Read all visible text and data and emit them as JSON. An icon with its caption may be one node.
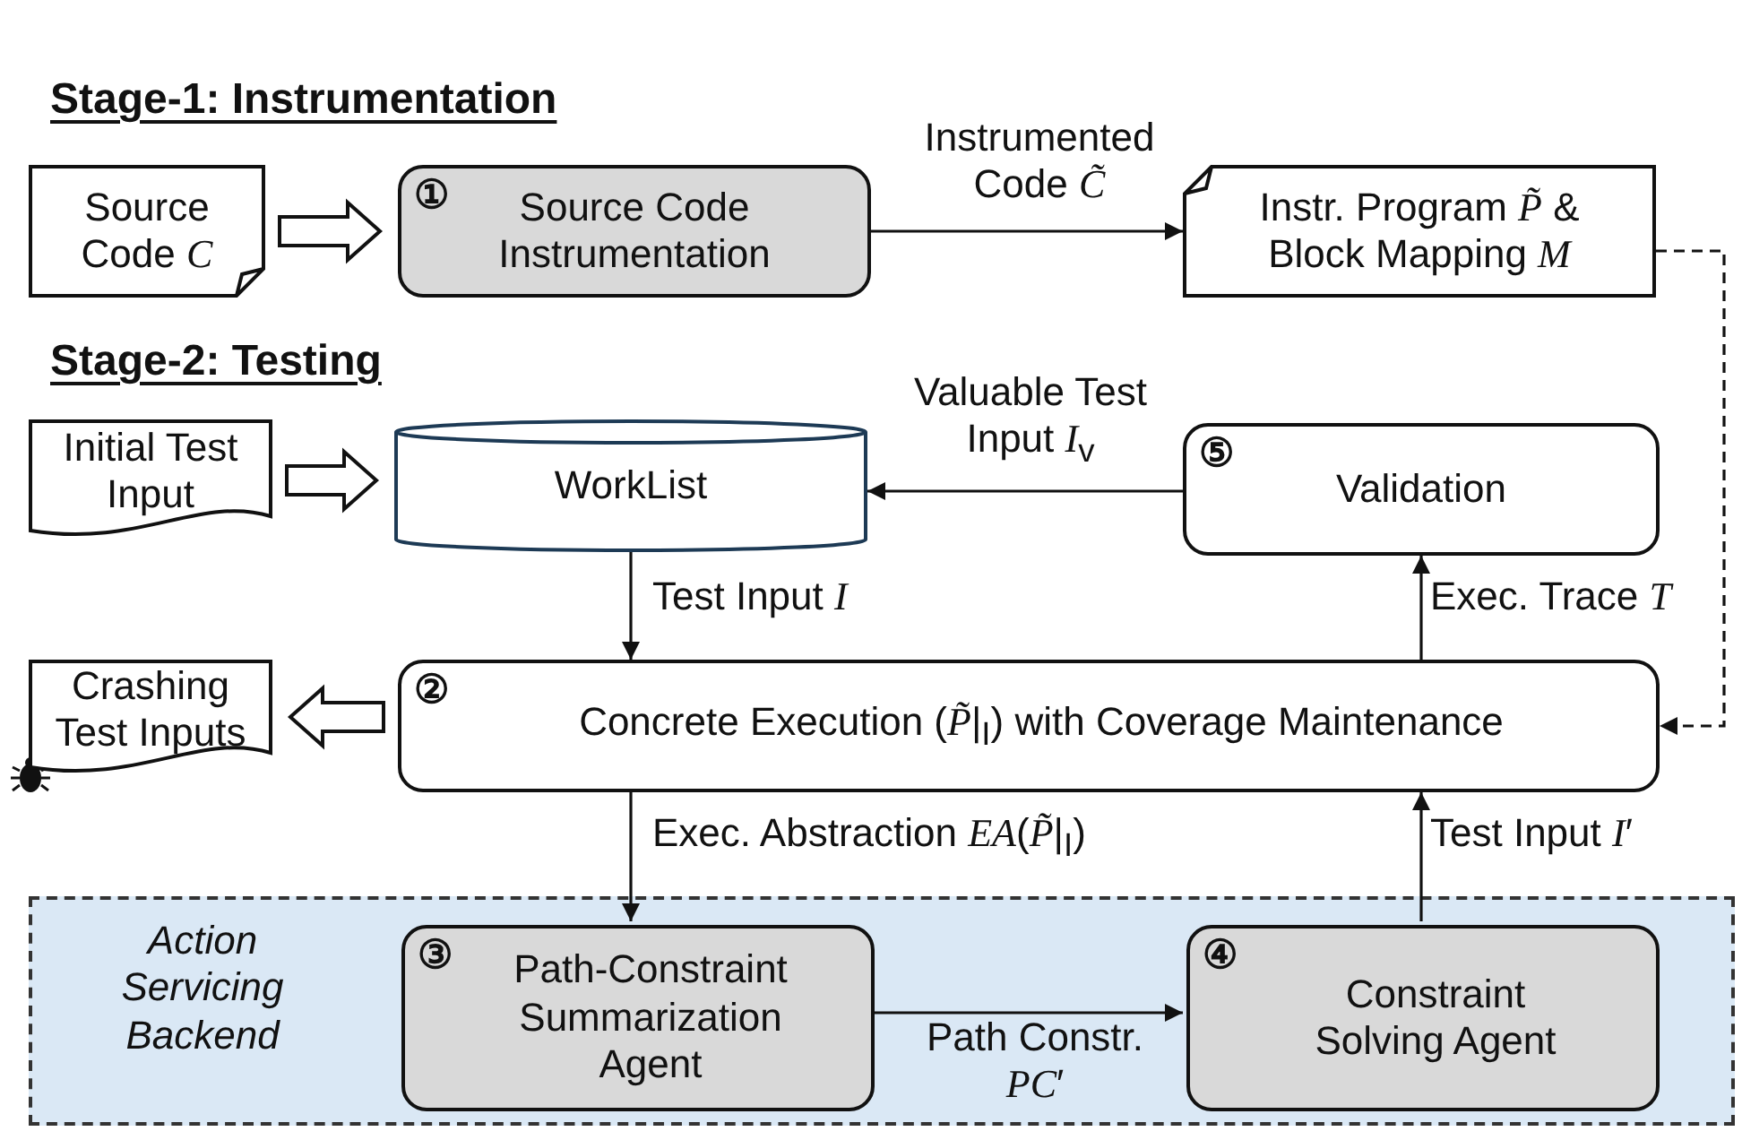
{
  "diagram": {
    "nodes": [
      {
        "text": [
          "Source Code *C*"
        ]
      },
      {
        "text": [
          "①",
          "Source Code Instrumentation"
        ]
      },
      {
        "text": [
          "Instr. Program *P̃* & Block Mapping *M*"
        ]
      },
      {
        "text": [
          "Initial Test Input"
        ]
      },
      {
        "text": [
          "WorkList"
        ]
      },
      {
        "text": [
          "⑤",
          "Validation"
        ]
      },
      {
        "text": [
          "Crashing Test Inputs"
        ]
      },
      {
        "text": [
          "②",
          "Concrete Execution (*P̃*|$_{I}$) with Coverage Maintenance"
        ]
      },
      {
        "text": [
          "Action Servicing Backend"
        ]
      },
      {
        "text": [
          "③",
          "Path-Constraint Summarization Agent"
        ],
        "in": 8
      },
      {
        "text": [
          "④",
          "Constraint Solving Agent"
        ],
        "in": 8
      }
    ],
    "edges": [
      {
        "from": 0,
        "to": 1,
        "arrow": "to",
        "style": "thick"
      },
      {
        "from": 1,
        "to": 2,
        "arrow": "to",
        "label": "Instrumented Code *C̃*"
      },
      {
        "from": 2,
        "to": 7,
        "arrow": "to",
        "style": "dashed"
      },
      {
        "from": 3,
        "to": 4,
        "arrow": "to",
        "style": "thick"
      },
      {
        "from": 5,
        "to": 4,
        "arrow": "to",
        "label": "Valuable Test Input *I*$_{v}$"
      },
      {
        "from": 4,
        "to": 7,
        "arrow": "to",
        "label": "Test Input *I*"
      },
      {
        "from": 7,
        "to": 5,
        "arrow": "to",
        "label": "Exec. Trace *T*"
      },
      {
        "from": 7,
        "to": 6,
        "arrow": "to",
        "style": "thick"
      },
      {
        "from": 7,
        "to": 9,
        "arrow": "to",
        "label": "Exec. Abstraction *EA*(*P̃*|$_{I}$)"
      },
      {
        "from": 9,
        "to": 10,
        "arrow": "to",
        "label": "Path Constr. *PC*′"
      },
      {
        "from": 10,
        "to": 7,
        "arrow": "to",
        "label": "Test Input *I*′"
      }
    ],
    "labels": [
      "Stage-1: Instrumentation",
      "Stage-2: Testing"
    ]
  }
}
